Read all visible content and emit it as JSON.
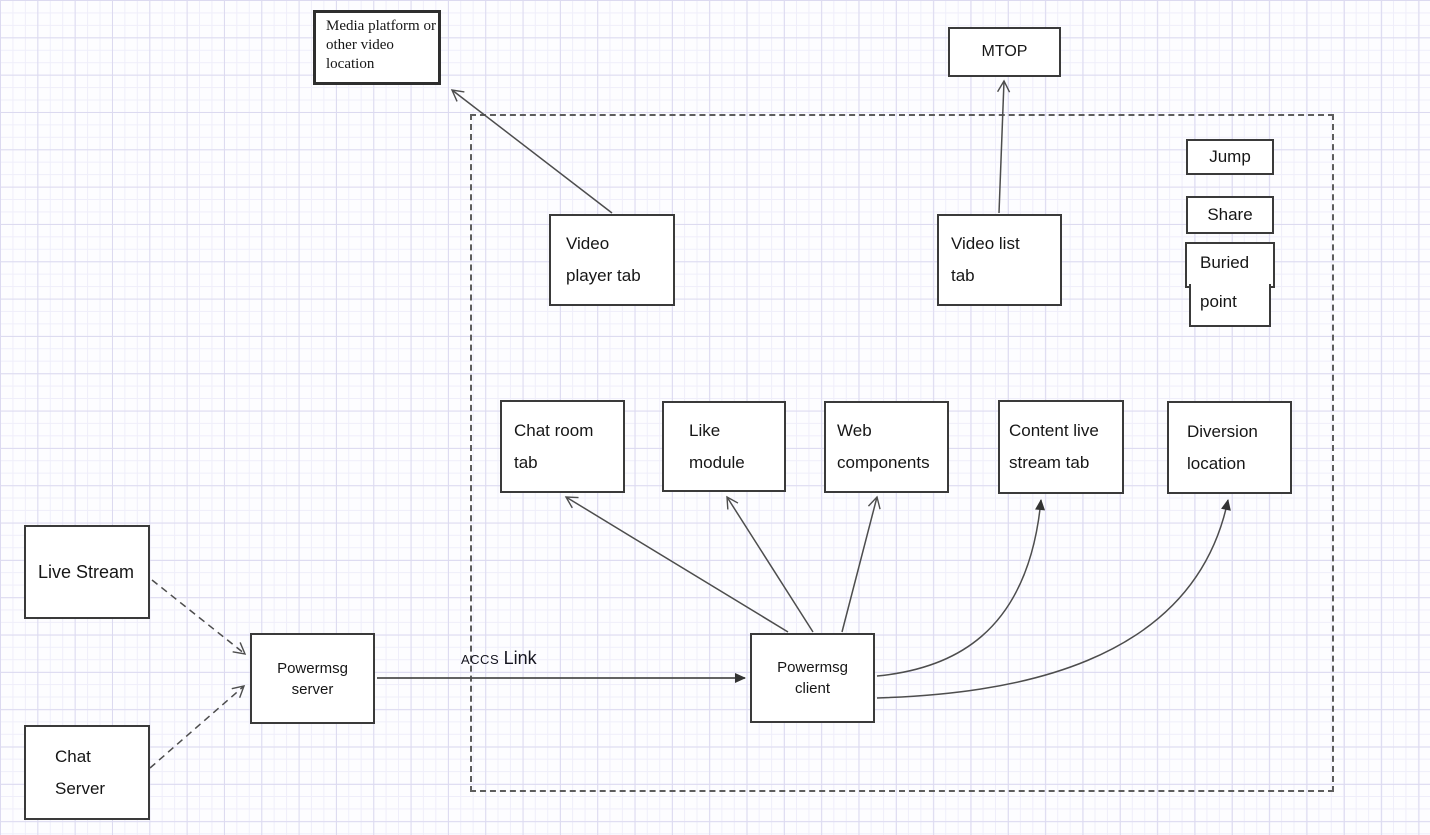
{
  "diagram": {
    "nodes": {
      "media_platform": {
        "label": "Media platform or other video location",
        "lines": [
          "Media platform or",
          "other video",
          "location"
        ]
      },
      "mtop": {
        "label": "MTOP"
      },
      "jump": {
        "label": "Jump"
      },
      "share": {
        "label": "Share"
      },
      "buried_point": {
        "label": "Buried point",
        "lines": [
          "Buried",
          "point"
        ]
      },
      "video_player_tab": {
        "label": "Video player tab",
        "lines": [
          "Video",
          "player tab"
        ]
      },
      "video_list_tab": {
        "label": "Video list tab",
        "lines": [
          "Video list",
          "tab"
        ]
      },
      "chat_room_tab": {
        "label": "Chat room tab",
        "lines": [
          "Chat room",
          "tab"
        ]
      },
      "like_module": {
        "label": "Like module",
        "lines": [
          "Like",
          "module"
        ]
      },
      "web_components": {
        "label": "Web components",
        "lines": [
          "Web",
          "components"
        ]
      },
      "content_live_stream_tab": {
        "label": "Content live stream tab",
        "lines": [
          "Content live",
          "stream tab"
        ]
      },
      "diversion_location": {
        "label": "Diversion location",
        "lines": [
          "Diversion",
          "location"
        ]
      },
      "live_stream": {
        "label": "Live Stream"
      },
      "chat_server": {
        "label": "Chat Server",
        "lines": [
          "Chat",
          "Server"
        ]
      },
      "powermsg_server": {
        "label": "Powermsg server",
        "lines": [
          "Powermsg",
          "server"
        ]
      },
      "powermsg_client": {
        "label": "Powermsg client",
        "lines": [
          "Powermsg",
          "client"
        ]
      }
    },
    "edge_label": {
      "accs": "ACCS",
      "link": "Link",
      "full": "ACCS Link"
    },
    "edges": [
      {
        "from": "video_player_tab",
        "to": "media_platform",
        "line": "solid",
        "arrow": "open"
      },
      {
        "from": "video_list_tab",
        "to": "mtop",
        "line": "solid",
        "arrow": "open"
      },
      {
        "from": "live_stream",
        "to": "powermsg_server",
        "line": "dashed",
        "arrow": "open"
      },
      {
        "from": "chat_server",
        "to": "powermsg_server",
        "line": "dashed",
        "arrow": "open"
      },
      {
        "from": "powermsg_server",
        "to": "powermsg_client",
        "line": "solid",
        "arrow": "filled",
        "label": "ACCS Link"
      },
      {
        "from": "powermsg_client",
        "to": "chat_room_tab",
        "line": "solid",
        "arrow": "open"
      },
      {
        "from": "powermsg_client",
        "to": "like_module",
        "line": "solid",
        "arrow": "open"
      },
      {
        "from": "powermsg_client",
        "to": "web_components",
        "line": "solid",
        "arrow": "open"
      },
      {
        "from": "powermsg_client",
        "to": "content_live_stream_tab",
        "line": "curved",
        "arrow": "filled"
      },
      {
        "from": "powermsg_client",
        "to": "diversion_location",
        "line": "curved",
        "arrow": "filled"
      }
    ],
    "colors": {
      "background": "#fdfdff",
      "grid_minor": "#efeefa",
      "grid_major": "#dcdaf0",
      "node_border": "#3a3a3a",
      "node_fill": "#ffffff",
      "edge": "#4d4d4d",
      "container_border": "#5d5d5d",
      "text": "#161616"
    }
  }
}
